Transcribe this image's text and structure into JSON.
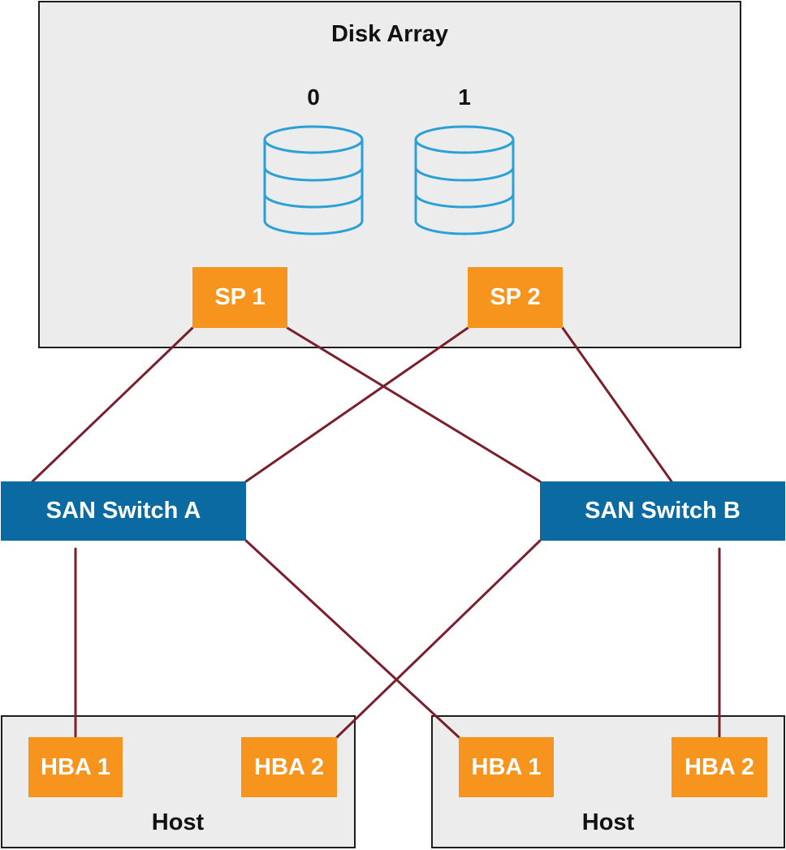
{
  "disk_array": {
    "title": "Disk Array",
    "luns": [
      {
        "label": "0",
        "icon": "disk-stack-icon"
      },
      {
        "label": "1",
        "icon": "disk-stack-icon"
      }
    ],
    "storage_processors": [
      {
        "label": "SP 1"
      },
      {
        "label": "SP 2"
      }
    ]
  },
  "switches": [
    {
      "label": "SAN Switch A"
    },
    {
      "label": "SAN Switch B"
    }
  ],
  "hosts": [
    {
      "label": "Host",
      "hbas": [
        {
          "label": "HBA 1"
        },
        {
          "label": "HBA 2"
        }
      ]
    },
    {
      "label": "Host",
      "hbas": [
        {
          "label": "HBA 1"
        },
        {
          "label": "HBA 2"
        }
      ]
    }
  ],
  "connections": [
    {
      "from": "SP 1",
      "to": "SAN Switch A"
    },
    {
      "from": "SP 1",
      "to": "SAN Switch B"
    },
    {
      "from": "SP 2",
      "to": "SAN Switch A"
    },
    {
      "from": "SP 2",
      "to": "SAN Switch B"
    },
    {
      "from": "SAN Switch A",
      "to": "Host 1 HBA 1"
    },
    {
      "from": "SAN Switch A",
      "to": "Host 2 HBA 1"
    },
    {
      "from": "SAN Switch B",
      "to": "Host 1 HBA 2"
    },
    {
      "from": "SAN Switch B",
      "to": "Host 2 HBA 2"
    }
  ],
  "colors": {
    "storage_processor": "#f6941d",
    "hba": "#f6941d",
    "switch": "#0b6aa2",
    "link": "#7a1f2b",
    "disk_icon": "#2aa0d6",
    "container_fill": "#ececec",
    "container_border": "#1e1e1e"
  }
}
